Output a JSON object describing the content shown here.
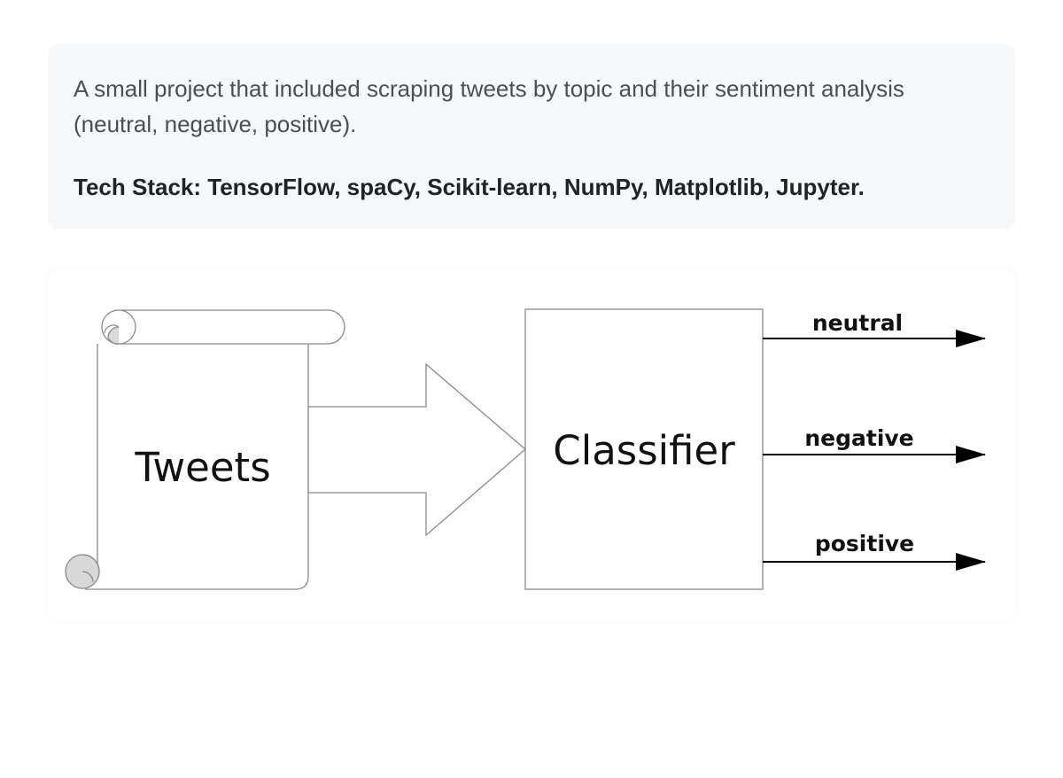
{
  "description": {
    "text": "A small project that included scraping tweets by topic and their sentiment analysis (neutral, negative, positive).",
    "tech_stack": "Tech Stack: TensorFlow, spaCy, Scikit-learn, NumPy, Matplotlib, Jupyter."
  },
  "diagram": {
    "source_label": "Tweets",
    "classifier_label": "Classifier",
    "outputs": [
      "neutral",
      "negative",
      "positive"
    ]
  }
}
